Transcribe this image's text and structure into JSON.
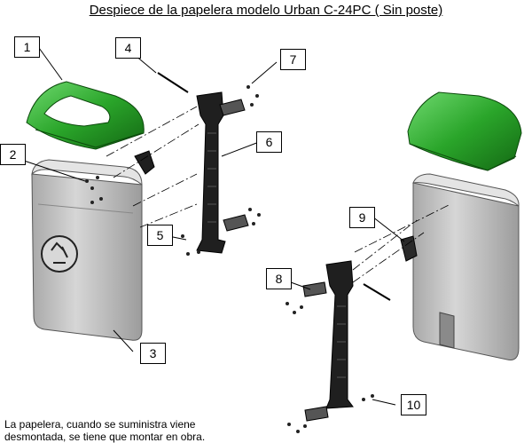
{
  "title": "Despiece de la papelera modelo Urban C-24PC ( Sin poste)",
  "note": {
    "line1": "La papelera, cuando se suministra viene",
    "line2": "desmontada, se tiene que montar en obra."
  },
  "callouts": [
    "1",
    "2",
    "3",
    "4",
    "5",
    "6",
    "7",
    "8",
    "9",
    "10"
  ],
  "colors": {
    "lid": "#2aa52a",
    "bin": "#c8c8c8",
    "post": "#1a1a1a",
    "line": "#000000"
  }
}
